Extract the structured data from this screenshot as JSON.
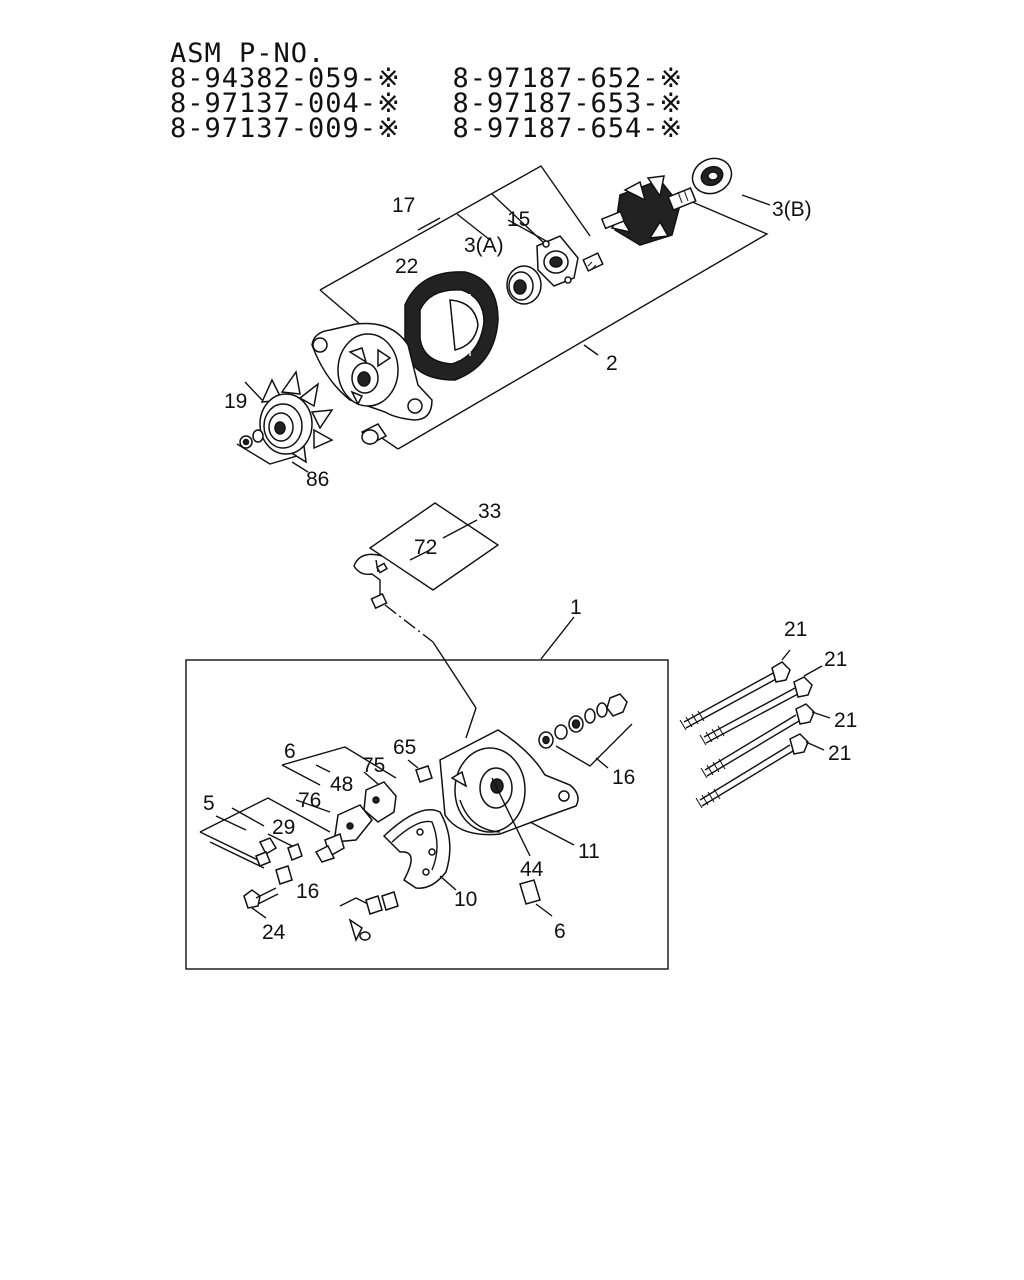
{
  "header": {
    "title": "ASM P-NO.",
    "part_numbers": [
      [
        "8-94382-059-※",
        "8-97187-652-※"
      ],
      [
        "8-97137-004-※",
        "8-97187-653-※"
      ],
      [
        "8-97137-009-※",
        "8-97187-654-※"
      ]
    ]
  },
  "callouts": {
    "c17": "17",
    "c15": "15",
    "c3a": "3(A)",
    "c3b": "3(B)",
    "c22": "22",
    "c2": "2",
    "c19": "19",
    "c86": "86",
    "c33": "33",
    "c72": "72",
    "c1": "1",
    "c21a": "21",
    "c21b": "21",
    "c21c": "21",
    "c21d": "21",
    "c6a": "6",
    "c65": "65",
    "c75": "75",
    "c48": "48",
    "c76": "76",
    "c5": "5",
    "c29": "29",
    "c16a": "16",
    "c16b": "16",
    "c11": "11",
    "c44": "44",
    "c10": "10",
    "c24": "24",
    "c6b": "6"
  }
}
